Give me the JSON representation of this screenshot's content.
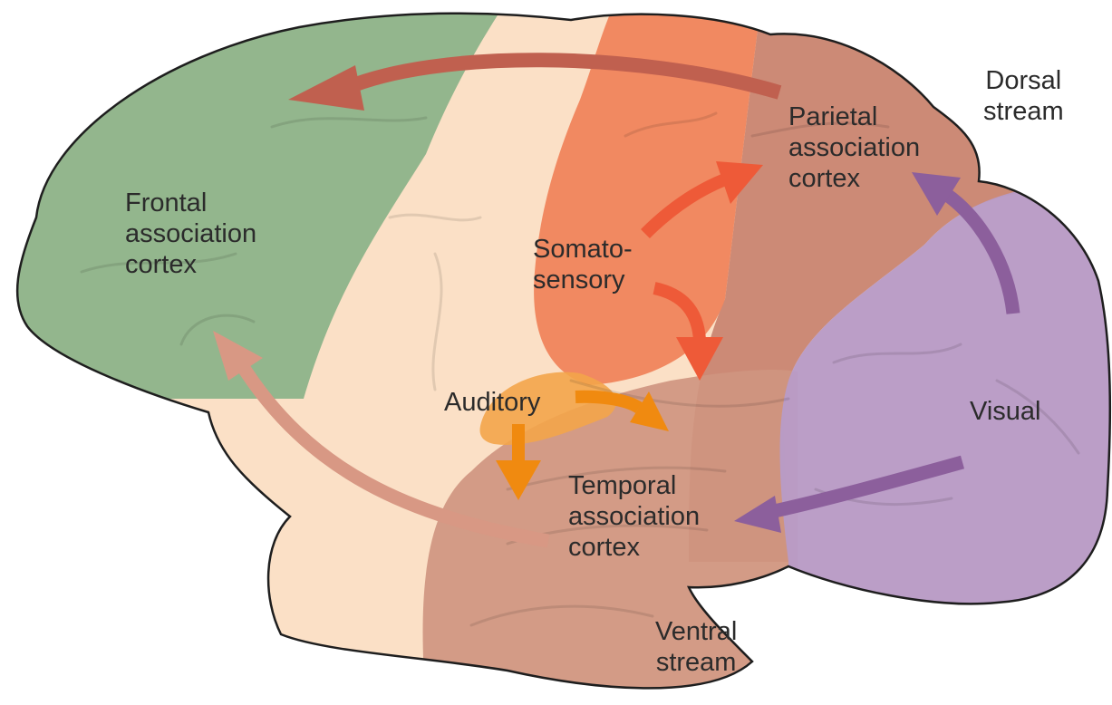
{
  "regions": {
    "frontal": {
      "lines": [
        "Frontal",
        "association",
        "cortex"
      ],
      "color": "#8db38a"
    },
    "somatosensory": {
      "lines": [
        "Somato-",
        "sensory"
      ],
      "color": "#f0845c"
    },
    "parietal": {
      "lines": [
        "Parietal",
        "association",
        "cortex"
      ],
      "color": "#c98572"
    },
    "auditory": {
      "lines": [
        "Auditory"
      ],
      "color": "#f3a54a"
    },
    "temporal": {
      "lines": [
        "Temporal",
        "association",
        "cortex"
      ],
      "color": "#cf9580"
    },
    "visual": {
      "lines": [
        "Visual"
      ],
      "color": "#b89bc7"
    },
    "uncolored_cortex": {
      "color": "#fbe0c6"
    }
  },
  "streams": {
    "dorsal": {
      "lines": [
        "Dorsal",
        "stream"
      ]
    },
    "ventral": {
      "lines": [
        "Ventral",
        "stream"
      ]
    }
  },
  "arrow_colors": {
    "dorsal_to_frontal": "#c0604f",
    "ventral_to_frontal": "#d89884",
    "somatosensory": "#ee5a38",
    "auditory": "#f08a10",
    "visual": "#8c5f9c"
  }
}
